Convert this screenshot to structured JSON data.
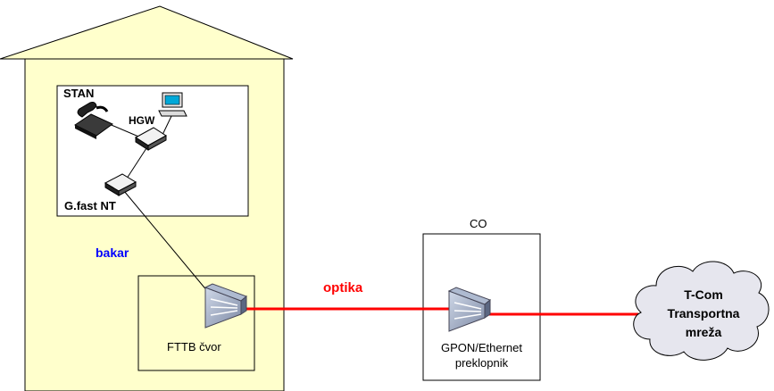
{
  "building": {
    "apartment_label": "STAN",
    "gateway_label": "HGW",
    "nt_label": "G.fast NT",
    "copper_label": "bakar",
    "node_label": "FTTB čvor"
  },
  "link": {
    "fiber_label": "optika"
  },
  "central_office": {
    "label": "CO",
    "switch_label_line1": "GPON/Ethernet",
    "switch_label_line2": "preklopnik"
  },
  "cloud": {
    "line1": "T-Com",
    "line2": "Transportna",
    "line3": "mreža"
  },
  "colors": {
    "building_fill": "#ffffcc",
    "fiber": "#ff0000",
    "copper_text": "#0000ff",
    "fiber_text": "#ff0000",
    "cloud_fill": "#e6e6ee"
  }
}
